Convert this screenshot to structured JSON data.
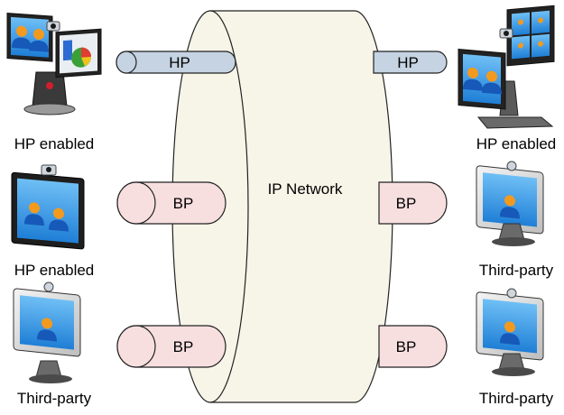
{
  "network": {
    "label": "IP Network"
  },
  "pipes": {
    "left": [
      {
        "label": "HP"
      },
      {
        "label": "BP"
      },
      {
        "label": "BP"
      }
    ],
    "right": [
      {
        "label": "HP"
      },
      {
        "label": "BP"
      },
      {
        "label": "BP"
      }
    ]
  },
  "endpoints": {
    "left": [
      {
        "label": "HP enabled",
        "icon": "dual-screen-video-system-icon"
      },
      {
        "label": "HP enabled",
        "icon": "desktop-video-display-icon"
      },
      {
        "label": "Third-party",
        "icon": "desktop-monitor-icon"
      }
    ],
    "right": [
      {
        "label": "HP enabled",
        "icon": "dual-screen-video-system-icon"
      },
      {
        "label": "Third-party",
        "icon": "desktop-monitor-icon"
      },
      {
        "label": "Third-party",
        "icon": "desktop-monitor-icon"
      }
    ]
  },
  "colors": {
    "cylinder_fill": "#f7f4e8",
    "hp_pipe_fill": "#c5d3e2",
    "bp_pipe_fill": "#f7dfe0",
    "screen_blue": "#1f7fd6",
    "person_orange": "#f39a1e"
  }
}
